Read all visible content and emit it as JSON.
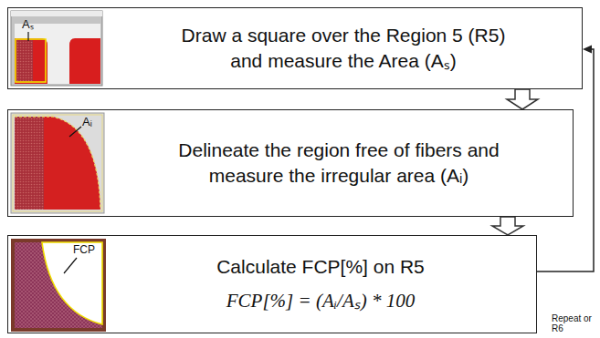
{
  "diagram": {
    "nodes": [
      {
        "text": [
          "Draw a square over the Region 5 (R5) and measure the Area (Aₛ)"
        ]
      },
      {
        "text": [
          "Delineate the region free of fibers and measure the irregular area (Aᵢ)"
        ]
      },
      {
        "text": [
          "Calculate FCP[%] on R5",
          "FCP[%] = (Aᵢ/Aₛ) * 100"
        ]
      }
    ],
    "edges": [
      {
        "from": 0,
        "to": 1,
        "arrow": "to"
      },
      {
        "from": 1,
        "to": 2,
        "arrow": "to"
      },
      {
        "from": 2,
        "to": 0,
        "arrow": "to"
      }
    ],
    "labels": [
      "Aₛ",
      "Aᵢ",
      "FCP",
      "Repeat or R6"
    ]
  }
}
